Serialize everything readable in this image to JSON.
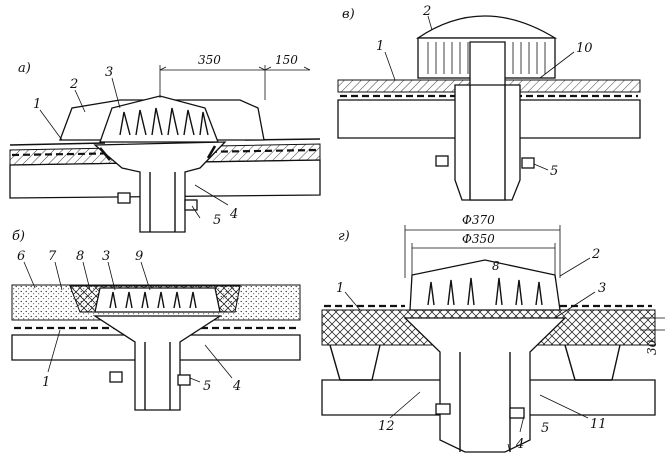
{
  "panels": [
    {
      "id": "a",
      "letter": "а)"
    },
    {
      "id": "v",
      "letter": "в)"
    },
    {
      "id": "b",
      "letter": "б)"
    },
    {
      "id": "g",
      "letter": "г)"
    }
  ],
  "dimensions": {
    "a_width_350": "350",
    "a_width_150": "150",
    "g_diameter_370": "Φ370",
    "g_diameter_350": "Φ350",
    "g_height_30": "30",
    "g_gap_8": "8"
  },
  "labels": {
    "a": [
      "1",
      "2",
      "3",
      "4",
      "5"
    ],
    "v": [
      "2",
      "1",
      "10",
      "5"
    ],
    "b": [
      "6",
      "7",
      "8",
      "3",
      "9",
      "1",
      "5",
      "4"
    ],
    "g": [
      "2",
      "1",
      "3",
      "11",
      "12",
      "5",
      "4"
    ]
  }
}
